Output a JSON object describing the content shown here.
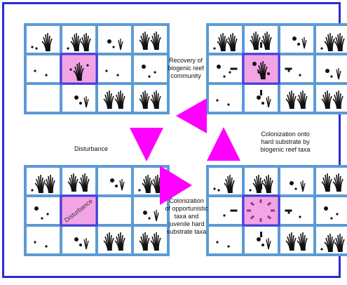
{
  "colors": {
    "frame": "#2a2ad8",
    "grid_blue": "#5b9bd5",
    "quadrat_fill": "#f2a4e4",
    "quadrat_border": "#4a3cd8",
    "arrow_magenta": "#ff00ff",
    "organisms": "#111111"
  },
  "labels": {
    "recovery": "Recovery of\nbiogenic reef\ncommunity",
    "disturbance": "Disturbance",
    "colonization_hard": "Colonization onto\nhard substrate by\nbiogenic reef taxa",
    "colonization_opportunistic": "Colonization\nof opportunistic\ntaxa and\njuvenile hard\nsubstrate taxa",
    "quadrat_stamp": "Disturbance"
  },
  "panels": [
    {
      "id": "top-left",
      "stage": "recovered community"
    },
    {
      "id": "bottom-left",
      "stage": "disturbed"
    },
    {
      "id": "bottom-right",
      "stage": "colonization by opportunists"
    },
    {
      "id": "top-right",
      "stage": "colonization by reef taxa"
    }
  ],
  "arrows": [
    {
      "id": "down",
      "from": "top-left",
      "to": "bottom-left",
      "icon": "triangle-down-icon"
    },
    {
      "id": "right",
      "from": "bottom-left",
      "to": "bottom-right",
      "icon": "triangle-right-icon"
    },
    {
      "id": "up",
      "from": "bottom-right",
      "to": "top-right",
      "icon": "triangle-up-icon"
    },
    {
      "id": "left",
      "from": "top-right",
      "to": "top-left",
      "icon": "triangle-left-icon"
    }
  ]
}
